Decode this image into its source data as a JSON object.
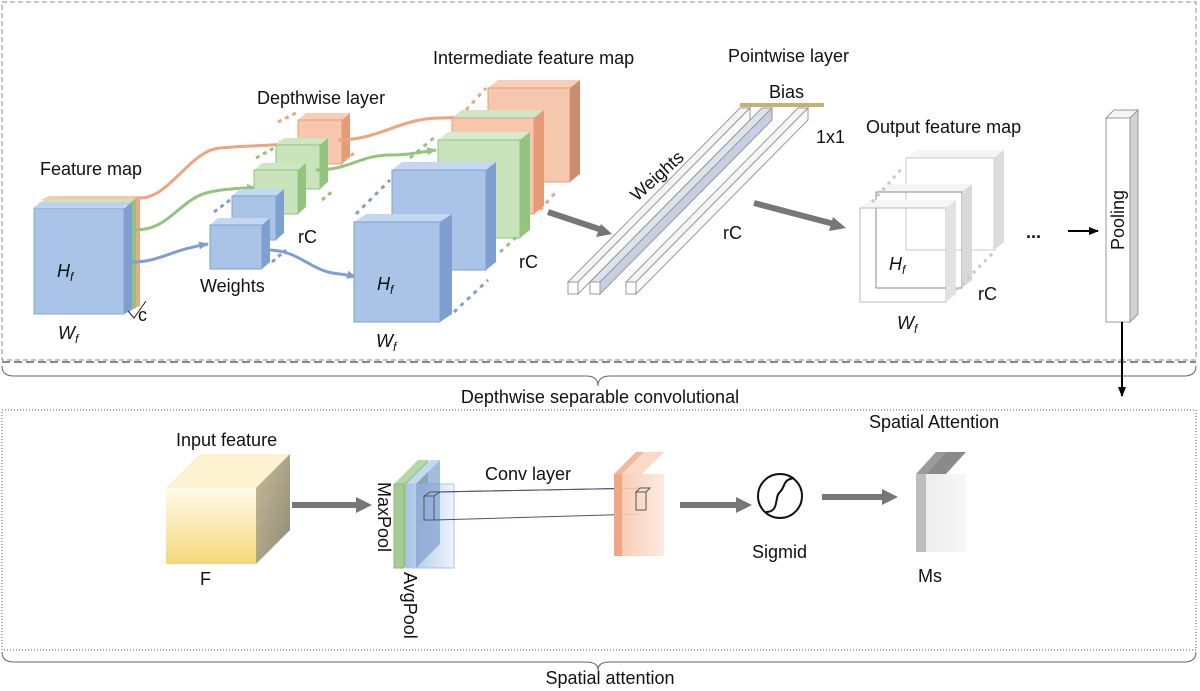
{
  "top_section": {
    "caption": "Depthwise separable convolutional",
    "feature_map": {
      "title": "Feature map",
      "h_label": "H",
      "h_sub": "f",
      "w_label": "W",
      "w_sub": "f",
      "c_label": "c"
    },
    "depthwise_layer": {
      "title": "Depthwise layer",
      "weights_label": "Weights",
      "rc_label": "rC"
    },
    "intermediate_map": {
      "title": "Intermediate feature map",
      "h_label": "H",
      "h_sub": "f",
      "w_label": "W",
      "w_sub": "f",
      "rc_label": "rC"
    },
    "pointwise_layer": {
      "title": "Pointwise layer",
      "bias_label": "Bias",
      "weights_label": "Weights",
      "kernel_label": "1x1",
      "rc_label": "rC"
    },
    "output_map": {
      "title": "Output feature map",
      "h_label": "H",
      "h_sub": "f",
      "w_label": "W",
      "w_sub": "f",
      "rc_label": "rC"
    },
    "ellipsis": "...",
    "pooling_label": "Pooling"
  },
  "bottom_section": {
    "caption": "Spatial attention",
    "input_feature": {
      "title": "Input feature",
      "symbol": "F"
    },
    "maxpool_label": "MaxPool",
    "avgpool_label": "AvgPool",
    "conv_layer_label": "Conv layer",
    "sigmoid_label": "Sigmid",
    "spatial_attention": {
      "title": "Spatial Attention",
      "symbol": "Ms"
    }
  },
  "colors": {
    "blue": "#a9c4e6",
    "green": "#b6d7a8",
    "orange": "#f4b89a",
    "arrow_gray": "#777777"
  }
}
